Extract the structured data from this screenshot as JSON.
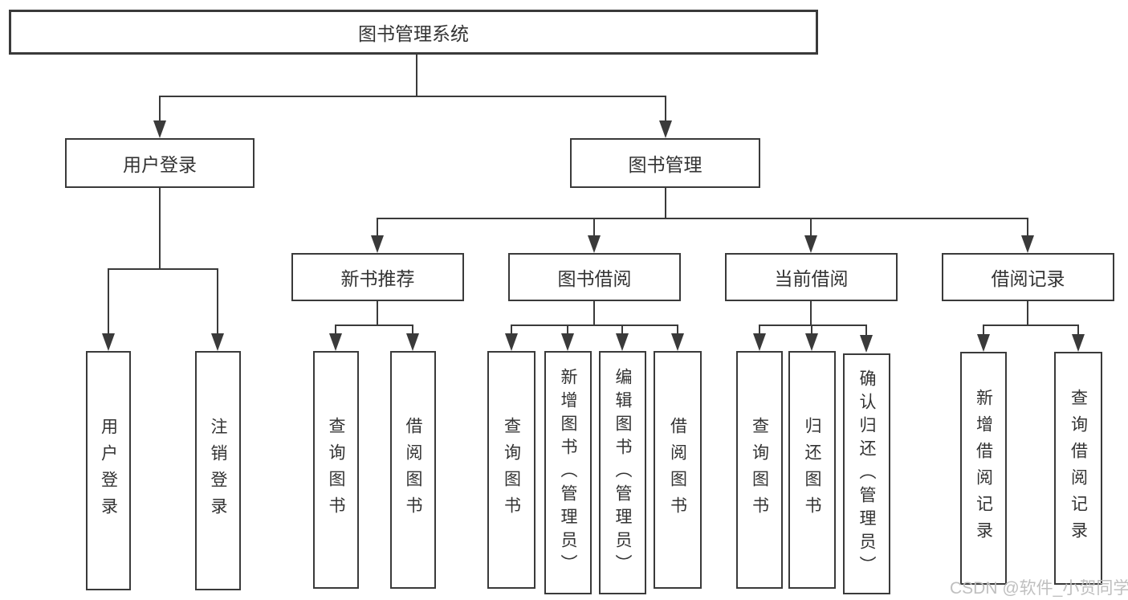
{
  "watermark": "CSDN @软件_小贺同学",
  "colors": {
    "line": "#3a3a3a",
    "text": "#333333",
    "background": "#ffffff",
    "watermark": "#bcbcbc"
  },
  "tree": {
    "label": "图书管理系统",
    "children": [
      {
        "label": "用户登录",
        "children": [
          {
            "label": "用户登录"
          },
          {
            "label": "注销登录"
          }
        ]
      },
      {
        "label": "图书管理",
        "children": [
          {
            "label": "新书推荐",
            "children": [
              {
                "label": "查询图书"
              },
              {
                "label": "借阅图书"
              }
            ]
          },
          {
            "label": "图书借阅",
            "children": [
              {
                "label": "查询图书"
              },
              {
                "label": "新增图书（管理员）"
              },
              {
                "label": "编辑图书（管理员）"
              },
              {
                "label": "借阅图书"
              }
            ]
          },
          {
            "label": "当前借阅",
            "children": [
              {
                "label": "查询图书"
              },
              {
                "label": "归还图书"
              },
              {
                "label": "确认归还（管理员）"
              }
            ]
          },
          {
            "label": "借阅记录",
            "children": [
              {
                "label": "新增借阅记录"
              },
              {
                "label": "查询借阅记录"
              }
            ]
          }
        ]
      }
    ]
  }
}
